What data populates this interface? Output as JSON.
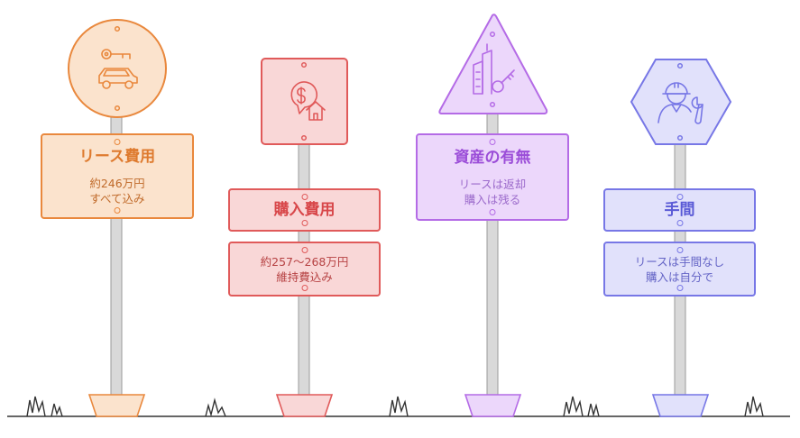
{
  "colors": {
    "orange": "#e9883d",
    "red": "#e05a5a",
    "violet": "#b46be6",
    "blue": "#7777e6",
    "pole": "#d9d9d9",
    "ground": "#333333"
  },
  "signs": [
    {
      "shape": "circle",
      "icon": "key-and-car-icon",
      "title": "リース費用",
      "text_line1": "約246万円",
      "text_line2": "すべて込み"
    },
    {
      "shape": "square",
      "icon": "money-house-icon",
      "title": "購入費用",
      "text_line1": "約257〜268万円",
      "text_line2": "維持費込み"
    },
    {
      "shape": "triangle",
      "icon": "buildings-key-icon",
      "title": "資産の有無",
      "text_line1": "リースは返却",
      "text_line2": "購入は残る"
    },
    {
      "shape": "hexagon",
      "icon": "worker-wrench-icon",
      "title": "手間",
      "text_line1": "リースは手間なし",
      "text_line2": "購入は自分で"
    }
  ]
}
